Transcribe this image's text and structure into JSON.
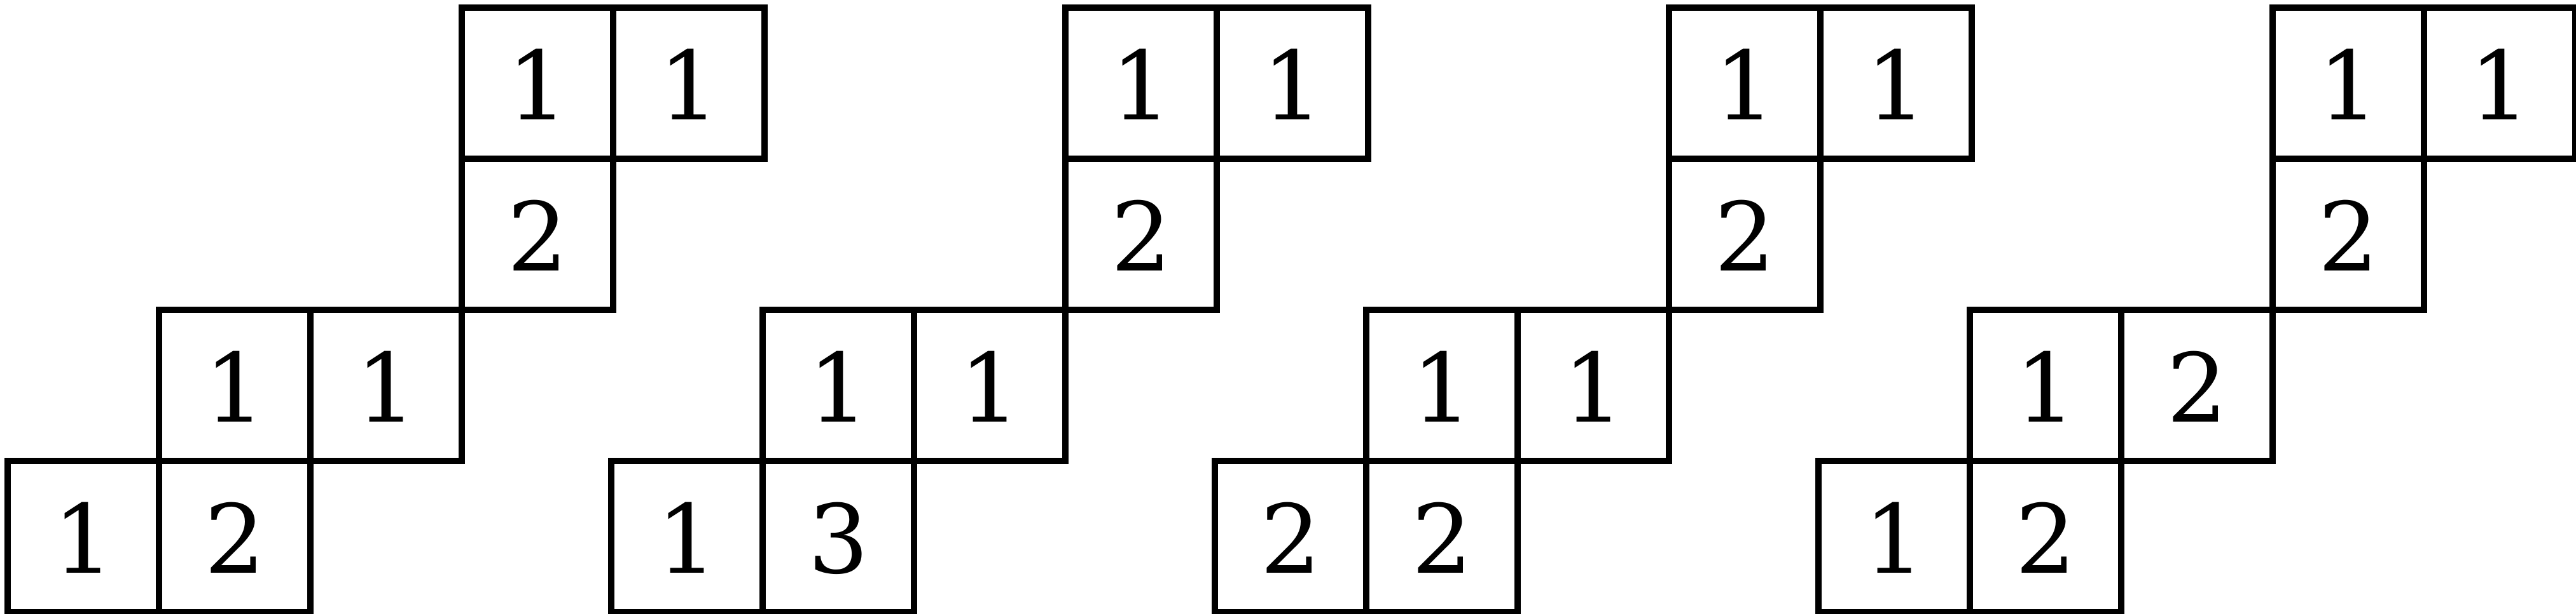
{
  "colors": {
    "line": "#000000",
    "background": "#ffffff"
  },
  "diagrams": [
    {
      "rows": [
        [
          "1",
          "1"
        ],
        [
          "2"
        ],
        [
          "1",
          "1"
        ],
        [
          "1",
          "2"
        ]
      ]
    },
    {
      "rows": [
        [
          "1",
          "1"
        ],
        [
          "2"
        ],
        [
          "1",
          "1"
        ],
        [
          "1",
          "3"
        ]
      ]
    },
    {
      "rows": [
        [
          "1",
          "1"
        ],
        [
          "2"
        ],
        [
          "1",
          "1"
        ],
        [
          "2",
          "2"
        ]
      ]
    },
    {
      "rows": [
        [
          "1",
          "1"
        ],
        [
          "2"
        ],
        [
          "1",
          "2"
        ],
        [
          "1",
          "2"
        ]
      ]
    }
  ]
}
